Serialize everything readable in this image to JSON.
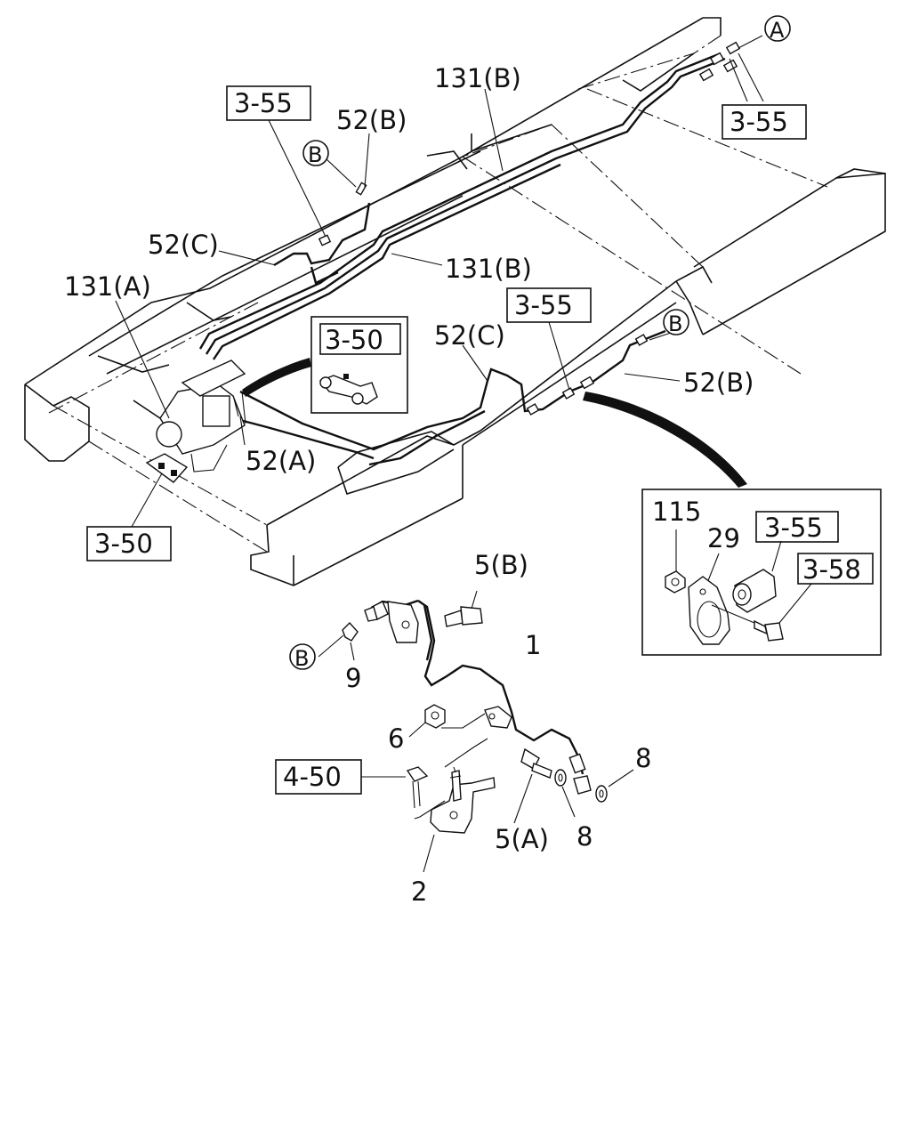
{
  "diagram": {
    "callouts": {
      "ref_a_top": "A",
      "ref_b_top": "B",
      "ref_b_right": "B",
      "ref_b_bottom": "B"
    },
    "boxes": {
      "ref_3_55_top_left": "3-55",
      "ref_3_55_top_right": "3-55",
      "ref_3_55_middle": "3-55",
      "ref_3_50_inset": "3-50",
      "ref_3_50_lower": "3-50",
      "ref_4_50": "4-50",
      "ref_3_55_detail": "3-55",
      "ref_3_58_detail": "3-58"
    },
    "labels": {
      "p131b_top": "131(B)",
      "p52b_top": "52(B)",
      "p52c_left": "52(C)",
      "p131b_mid": "131(B)",
      "p131a": "131(A)",
      "p52c_mid": "52(C)",
      "p52b_right": "52(B)",
      "p52a": "52(A)",
      "p115": "115",
      "p29": "29",
      "p5b": "5(B)",
      "p1": "1",
      "p9": "9",
      "p6": "6",
      "p8_right": "8",
      "p5a": "5(A)",
      "p8_mid": "8",
      "p2": "2"
    }
  }
}
